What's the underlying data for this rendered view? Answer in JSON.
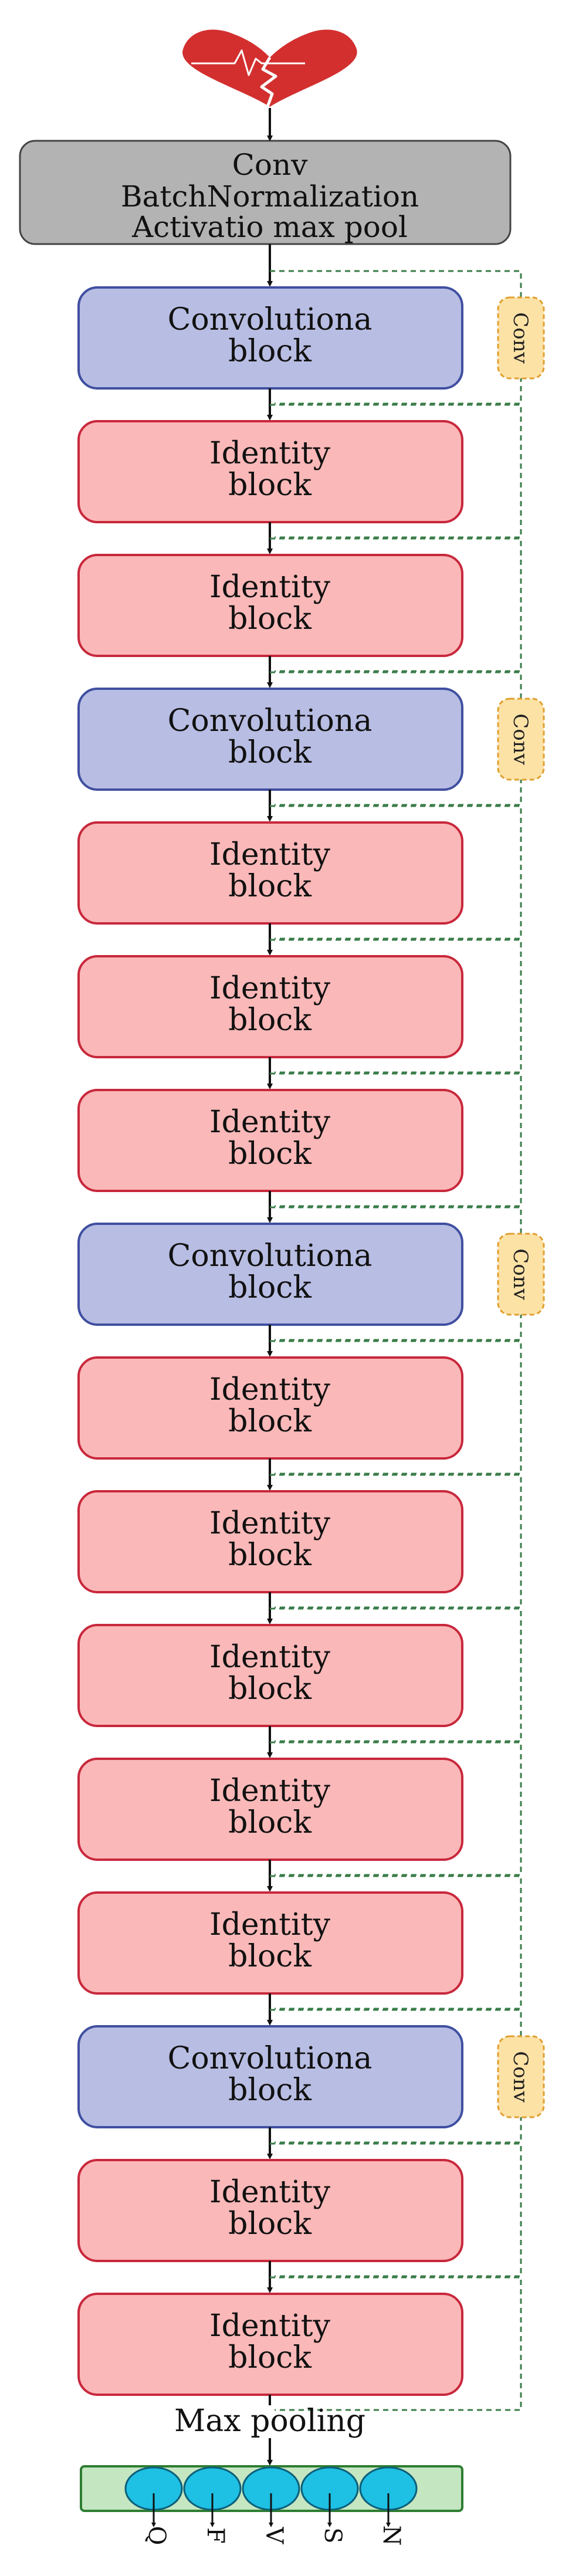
{
  "colors": {
    "input_block": "#b3b3b3",
    "convolutional_block": "#b8bde3",
    "identity_block": "#fbb8b8",
    "conv_badge": "#fde2a6",
    "output_bar": "#c4e6c1",
    "output_node": "#1ec0e3",
    "heart": "#d32f2f",
    "skip_line": "#3b7d4a"
  },
  "icons": {
    "heart": "broken-heart-icon"
  },
  "input_block": {
    "lines": [
      "Conv",
      "BatchNormalization",
      "Activatio  max pool"
    ]
  },
  "blocks": [
    {
      "type": "conv",
      "lines": [
        "Convolutiona",
        "block"
      ],
      "badge": "Conv"
    },
    {
      "type": "identity",
      "lines": [
        "Identity",
        "block"
      ]
    },
    {
      "type": "identity",
      "lines": [
        "Identity",
        "block"
      ]
    },
    {
      "type": "conv",
      "lines": [
        "Convolutiona",
        "block"
      ],
      "badge": "Conv"
    },
    {
      "type": "identity",
      "lines": [
        "Identity",
        "block"
      ]
    },
    {
      "type": "identity",
      "lines": [
        "Identity",
        "block"
      ]
    },
    {
      "type": "identity",
      "lines": [
        "Identity",
        "block"
      ]
    },
    {
      "type": "conv",
      "lines": [
        "Convolutiona",
        "block"
      ],
      "badge": "Conv"
    },
    {
      "type": "identity",
      "lines": [
        "Identity",
        "block"
      ]
    },
    {
      "type": "identity",
      "lines": [
        "Identity",
        "block"
      ]
    },
    {
      "type": "identity",
      "lines": [
        "Identity",
        "block"
      ]
    },
    {
      "type": "identity",
      "lines": [
        "Identity",
        "block"
      ]
    },
    {
      "type": "identity",
      "lines": [
        "Identity",
        "block"
      ]
    },
    {
      "type": "conv",
      "lines": [
        "Convolutiona",
        "block"
      ],
      "badge": "Conv"
    },
    {
      "type": "identity",
      "lines": [
        "Identity",
        "block"
      ]
    },
    {
      "type": "identity",
      "lines": [
        "Identity",
        "block"
      ]
    }
  ],
  "pooling_label": "Max pooling",
  "outputs": [
    "Q",
    "F",
    "V",
    "S",
    "N"
  ]
}
